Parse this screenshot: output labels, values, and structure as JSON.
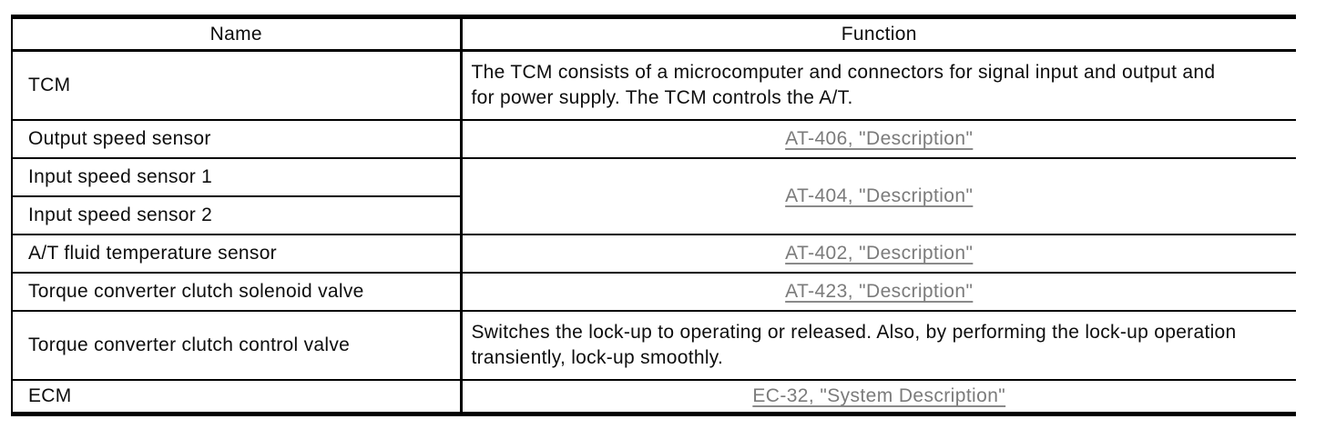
{
  "table": {
    "columns": {
      "name": "Name",
      "function": "Function"
    },
    "rows": [
      {
        "name": "TCM",
        "function_text": "The TCM consists of a microcomputer and connectors for signal input and output and\nfor power supply. The TCM controls the A/T."
      },
      {
        "name": "Output speed sensor",
        "function_link": "AT-406, \"Description\""
      },
      {
        "name": "Input speed sensor 1",
        "function_link": "AT-404, \"Description\""
      },
      {
        "name": "Input speed sensor 2"
      },
      {
        "name": "A/T fluid temperature sensor",
        "function_link": "AT-402, \"Description\""
      },
      {
        "name": "Torque converter clutch solenoid valve",
        "function_link": "AT-423, \"Description\""
      },
      {
        "name": "Torque converter clutch control valve",
        "function_text": "Switches the lock-up to operating or released. Also, by performing the lock-up operation\ntransiently, lock-up smoothly."
      },
      {
        "name": "ECM",
        "function_link": "EC-32, \"System Description\""
      }
    ]
  },
  "colors": {
    "background": "#ffffff",
    "border": "#000000",
    "text": "#0d0d0d",
    "link": "#7b7b7b"
  }
}
